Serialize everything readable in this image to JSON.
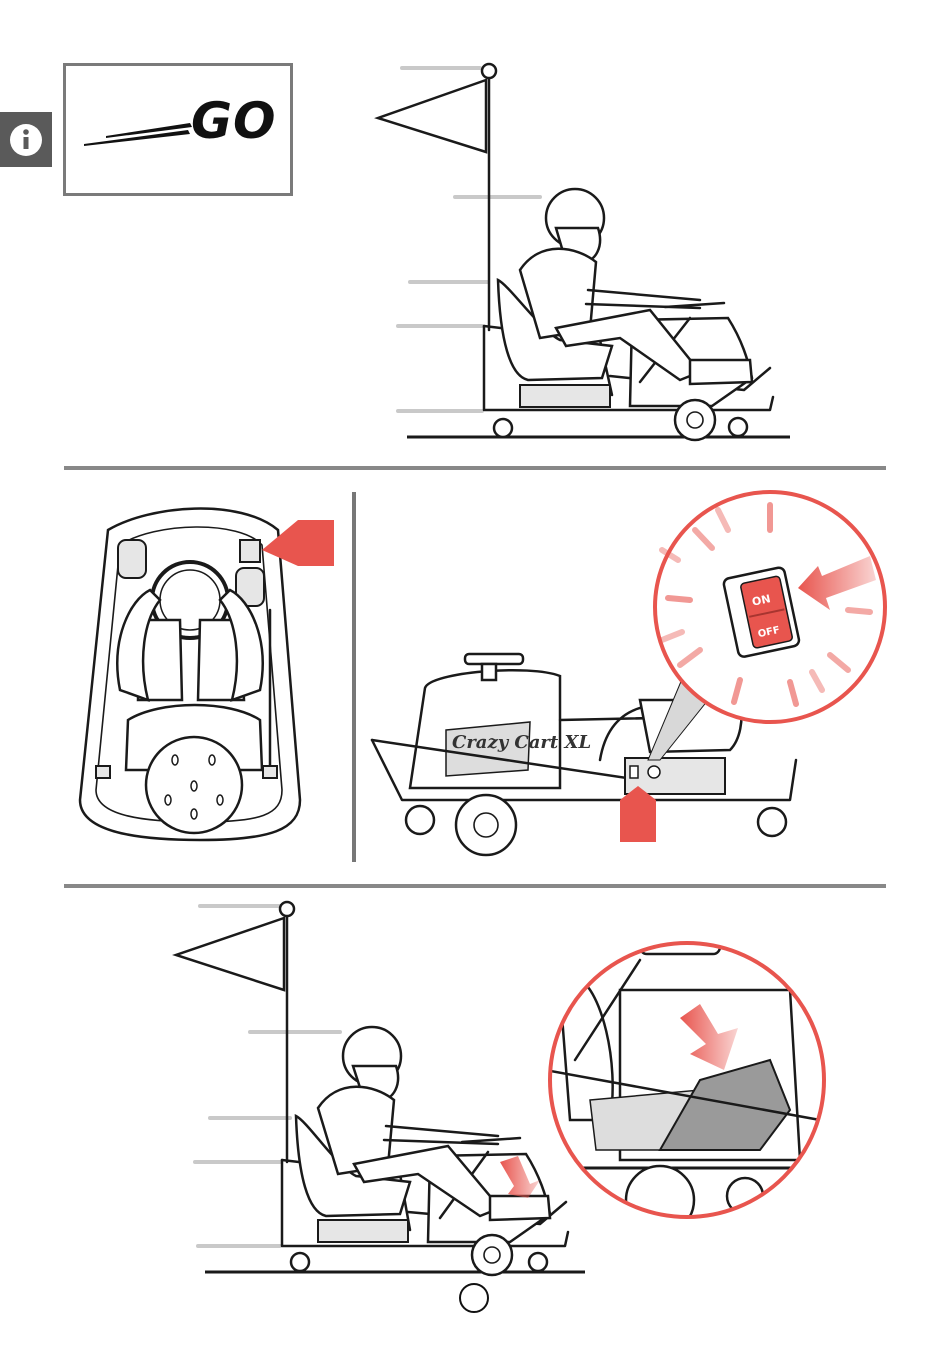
{
  "header": {
    "info_icon": "info-icon",
    "go_label": "GO"
  },
  "switch": {
    "on_label": "ON",
    "off_label": "OFF"
  },
  "brand_decal": "Crazy Cart XL",
  "page_number": "",
  "colors": {
    "accent_red": "#e8554e",
    "outline": "#1a1a1a",
    "divider": "#888888"
  }
}
